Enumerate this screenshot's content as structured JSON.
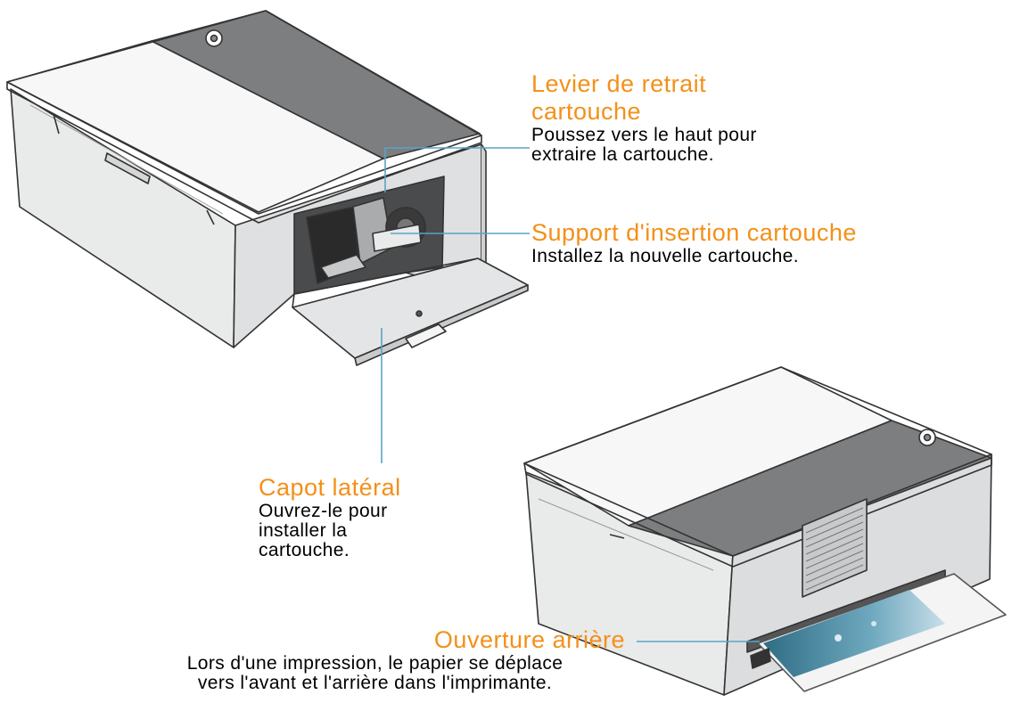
{
  "colors": {
    "label_accent": "#f39019",
    "leader_line": "#5aa3c7",
    "printer_body": "#e9eaea",
    "printer_lid": "#7c7e80"
  },
  "callouts": {
    "lever": {
      "title": "Levier de retrait\ncartouche",
      "description": "Poussez vers le haut pour\nextraire la cartouche."
    },
    "support": {
      "title": "Support d'insertion cartouche",
      "description": "Installez la nouvelle cartouche."
    },
    "cover": {
      "title": "Capot latéral",
      "description": "Ouvrez-le pour\ninstaller la\ncartouche."
    },
    "rear": {
      "title": "Ouverture arrière",
      "description": "Lors d'une impression, le papier se déplace\nvers l'avant et l'arrière dans l'imprimante."
    }
  }
}
